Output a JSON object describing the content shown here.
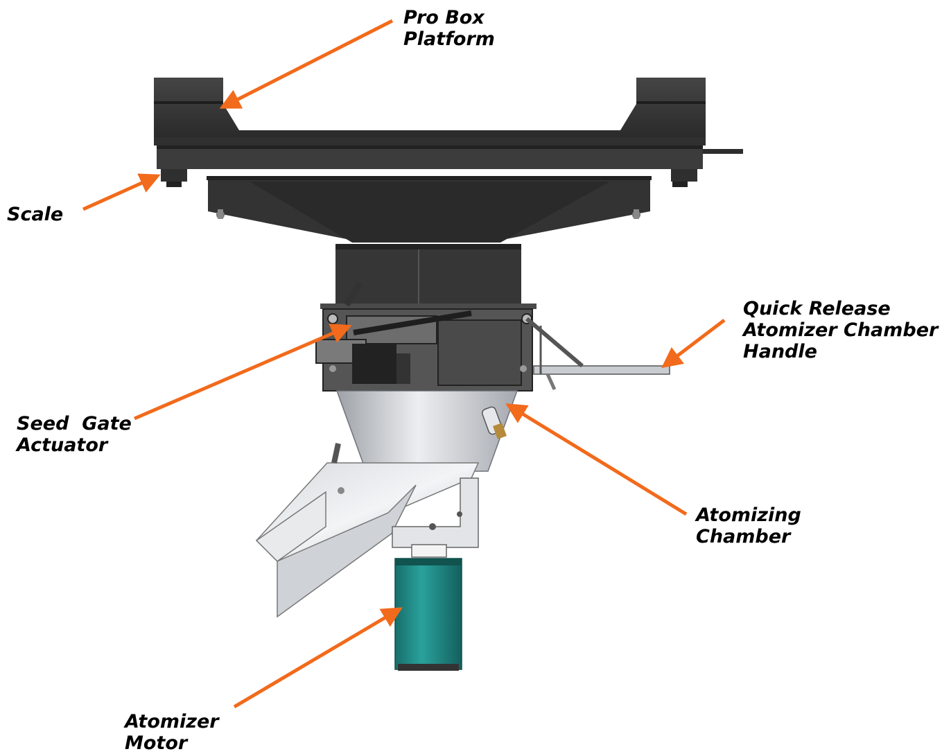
{
  "labels": {
    "pro_box_platform": [
      "Pro Box",
      "Platform"
    ],
    "scale": [
      "Scale"
    ],
    "quick_release": [
      "Quick Release",
      "Atomizer Chamber",
      "Handle"
    ],
    "seed_gate_actuator": [
      "Seed  Gate",
      "Actuator"
    ],
    "atomizing_chamber": [
      "Atomizing",
      "Chamber"
    ],
    "atomizer_motor": [
      "Atomizer",
      "Motor"
    ]
  },
  "colors": {
    "arrow": "#F26A1B",
    "platform": "#3a3a3a",
    "platform_dark": "#262626",
    "steel": "#b9bcc2",
    "steel_light": "#e4e6ea",
    "motor": "#1f8a86"
  }
}
